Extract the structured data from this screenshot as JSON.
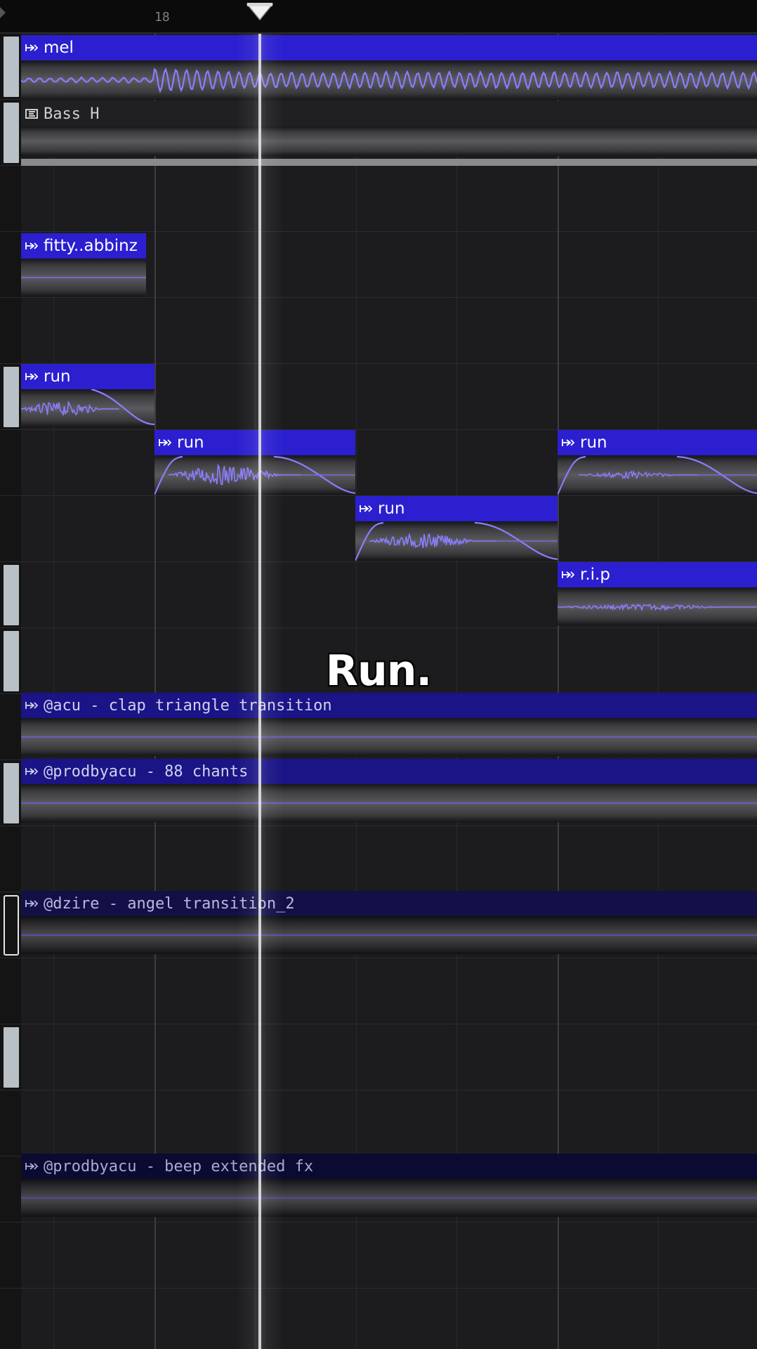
{
  "ruler": {
    "bar_number": "18"
  },
  "tracks": {
    "mel": "mel",
    "bass": "Bass H",
    "fitty": "fitty..abbinz",
    "run1": "run",
    "run2": "run",
    "run3": "run",
    "run4": "run",
    "rip": "r.i.p",
    "acu_clap": "@acu - clap triangle transition",
    "chants": "@prodbyacu - 88 chants",
    "angel": "@dzire - angel transition_2",
    "beep": "@prodbyacu - beep extended fx"
  },
  "caption": "Run.",
  "icons": {
    "clip": "audio-clip-icon",
    "bass": "piano-roll-icon",
    "playhead": "playhead-marker-icon"
  },
  "colors": {
    "clip_header": "#2b1fd0",
    "clip_header_muted": "#1a1486",
    "waveform": "#8a7dff",
    "background": "#1c1c1e"
  }
}
